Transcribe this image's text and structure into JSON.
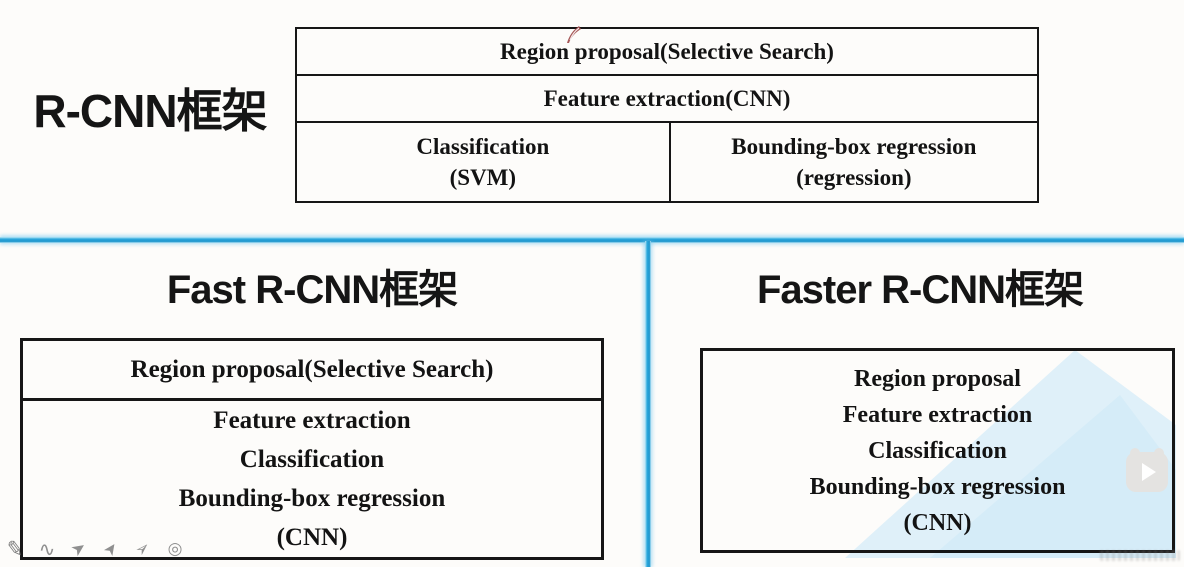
{
  "colors": {
    "divider_blue": "#2aa7dc",
    "triangle_watermark_blue": "#d9edf8",
    "border_black": "#161616",
    "ink_gray": "#8f8f8f"
  },
  "rcnn_section": {
    "label": "R-CNN框架",
    "table": {
      "row1": "Region proposal(Selective Search)",
      "row2": "Feature extraction(CNN)",
      "cell_classification": [
        "Classification",
        "(SVM)"
      ],
      "cell_bbox": [
        "Bounding-box regression",
        "(regression)"
      ]
    }
  },
  "fast_section": {
    "title": "Fast R-CNN框架",
    "box": {
      "row1": "Region proposal(Selective Search)",
      "row2": [
        "Feature extraction",
        "Classification",
        "Bounding-box regression",
        "(CNN)"
      ]
    }
  },
  "faster_section": {
    "title": "Faster R-CNN框架",
    "box": [
      "Region proposal",
      "Feature extraction",
      "Classification",
      "Bounding-box regression",
      "(CNN)"
    ]
  },
  "toolbar": {
    "icons": [
      {
        "name": "pen-icon",
        "glyph": "✎"
      },
      {
        "name": "wave-icon",
        "glyph": "∿"
      },
      {
        "name": "stamp-arrow-icon",
        "glyph": "➤"
      },
      {
        "name": "flag-arrow-icon",
        "glyph": "➤"
      },
      {
        "name": "cursor-arrow-icon",
        "glyph": "➢"
      },
      {
        "name": "target-icon",
        "glyph": "◎"
      }
    ]
  }
}
